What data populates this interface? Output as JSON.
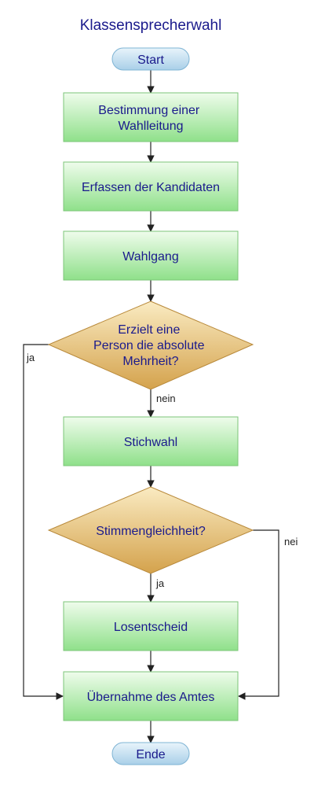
{
  "title": "Klassensprecherwahl",
  "nodes": {
    "start": {
      "lines": [
        "Start"
      ]
    },
    "bestimmung": {
      "lines": [
        "Bestimmung einer",
        "Wahlleitung"
      ]
    },
    "erfassen": {
      "lines": [
        "Erfassen der Kandidaten"
      ]
    },
    "wahlgang": {
      "lines": [
        "Wahlgang"
      ]
    },
    "entscheidung1": {
      "lines": [
        "Erzielt eine",
        "Person die absolute",
        "Mehrheit?"
      ]
    },
    "stichwahl": {
      "lines": [
        "Stichwahl"
      ]
    },
    "entscheidung2": {
      "lines": [
        "Stimmengleichheit?"
      ]
    },
    "losentscheid": {
      "lines": [
        "Losentscheid"
      ]
    },
    "uebernahme": {
      "lines": [
        "Übernahme des Amtes"
      ]
    },
    "ende": {
      "lines": [
        "Ende"
      ]
    }
  },
  "edge_labels": {
    "ja1": "ja",
    "nein1": "nein",
    "ja2": "ja",
    "nein2": "nei"
  },
  "colors": {
    "title_text": "#1a1a8c",
    "terminal_fill_top": "#e8f4fb",
    "terminal_fill_bottom": "#a9cfe8",
    "process_fill_top": "#e9fbe6",
    "process_fill_bottom": "#8fe08a",
    "decision_fill_top": "#f9e6b5",
    "decision_fill_bottom": "#d4a24c",
    "edge": "#222222"
  }
}
